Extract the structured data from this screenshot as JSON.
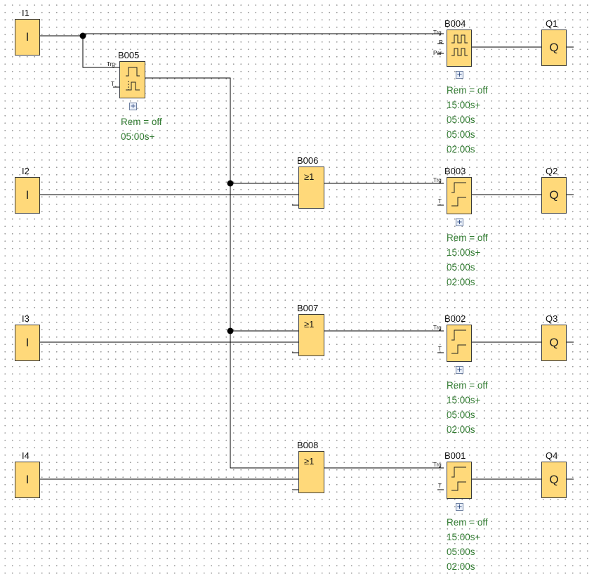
{
  "inputs": [
    {
      "name": "I1",
      "symbol": "I"
    },
    {
      "name": "I2",
      "symbol": "I"
    },
    {
      "name": "I3",
      "symbol": "I"
    },
    {
      "name": "I4",
      "symbol": "I"
    }
  ],
  "outputs": [
    {
      "name": "Q1",
      "symbol": "Q"
    },
    {
      "name": "Q2",
      "symbol": "Q"
    },
    {
      "name": "Q3",
      "symbol": "Q"
    },
    {
      "name": "Q4",
      "symbol": "Q"
    }
  ],
  "blocks": {
    "B004": {
      "name": "B004",
      "pins": [
        "Trg",
        "R",
        "Par"
      ],
      "params": [
        "Rem = off",
        "15:00s+",
        "05:00s",
        "05:00s",
        "02:00s"
      ]
    },
    "B005": {
      "name": "B005",
      "pins": [
        "Trg",
        "T"
      ],
      "params": [
        "Rem = off",
        "05:00s+"
      ]
    },
    "B003": {
      "name": "B003",
      "pins": [
        "Trg",
        "T"
      ],
      "params": [
        "Rem = off",
        "15:00s+",
        "05:00s",
        "02:00s"
      ]
    },
    "B002": {
      "name": "B002",
      "pins": [
        "Trg",
        "T"
      ],
      "params": [
        "Rem = off",
        "15:00s+",
        "05:00s",
        "02:00s"
      ]
    },
    "B001": {
      "name": "B001",
      "pins": [
        "Trg",
        "T"
      ],
      "params": [
        "Rem = off",
        "15:00s+",
        "05:00s",
        "02:00s"
      ]
    },
    "B006": {
      "name": "B006",
      "symbol": "≥1"
    },
    "B007": {
      "name": "B007",
      "symbol": "≥1"
    },
    "B008": {
      "name": "B008",
      "symbol": "≥1"
    }
  },
  "expander_symbol": "+",
  "colors": {
    "block_fill": "#ffd97a",
    "param_text": "#2f7a2f",
    "wire": "#000000"
  }
}
